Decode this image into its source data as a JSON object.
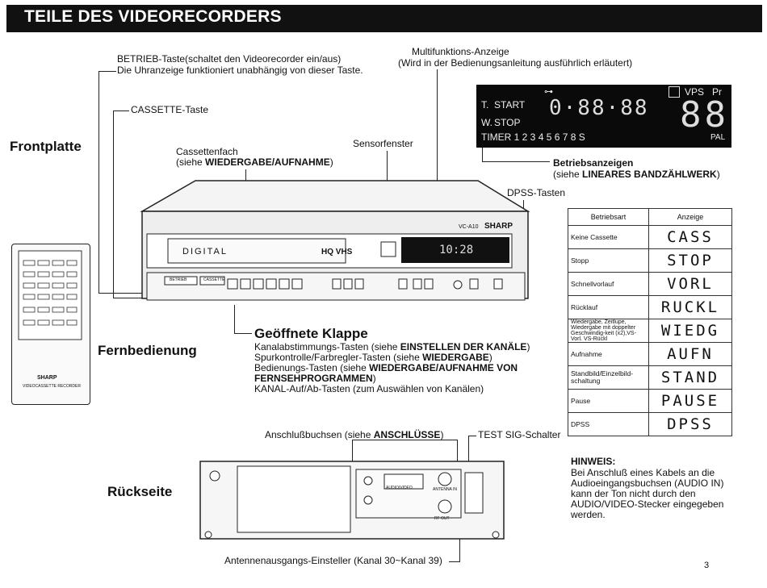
{
  "header": {
    "title": "TEILE DES VIDEORECORDERS"
  },
  "sections": {
    "front": "Frontplatte",
    "remote": "Fernbedienung",
    "rear": "Rückseite"
  },
  "callouts": {
    "betrieb_1": "BETRIEB-Taste(schaltet den Videorecorder ein/aus)",
    "betrieb_2": "Die Uhranzeige funktioniert unabhängig von dieser Taste.",
    "multi_1": "Multifunktions-Anzeige",
    "multi_2": "(Wird in der Bedienungsanleitung ausführlich erläutert)",
    "cassette": "CASSETTE-Taste",
    "fach_1": "Cassettenfach",
    "fach_2_pre": "(siehe ",
    "fach_2_bold": "WIEDERGABE/AUFNAHME",
    "fach_2_post": ")",
    "sensor": "Sensorfenster",
    "betriebsanz": "Betriebsanzeigen",
    "betriebsanz_2_pre": "(siehe ",
    "betriebsanz_2_bold": "LINEARES BANDZÄHLWERK",
    "betriebsanz_2_post": ")",
    "dpss": "DPSS-Tasten"
  },
  "display": {
    "lock": "⊶",
    "start": "START",
    "t": "T.",
    "w": "W.",
    "stop": "STOP",
    "timer": "TIMER 1  2 3 4 5 6 7 8 S",
    "vps": "VPS",
    "pr": "Pr",
    "pal": "PAL",
    "digits": "0·88·88",
    "big": "88"
  },
  "vcr": {
    "model": "VC-A10",
    "brand": "SHARP",
    "digital": "DIGITAL",
    "hq": "HQ VHS",
    "clock": "10:28",
    "betrieb_btn": "BETRIEB",
    "cassette_btn": "CASSETTE"
  },
  "open_flap": {
    "title": "Geöffnete Klappe",
    "l1_pre": "Kanalabstimmungs-Tasten (siehe ",
    "l1_bold": "EINSTELLEN DER KANÄLE",
    "l1_post": ")",
    "l2_pre": "Spurkontrolle/Farbregler-Tasten (siehe ",
    "l2_bold": "WIEDERGABE",
    "l2_post": ")",
    "l3_pre": "Bedienungs-Tasten (siehe ",
    "l3_bold": "WIEDERGABE/AUFNAHME VON",
    "l4_bold": "FERNSEHPROGRAMMEN",
    "l4_post": ")",
    "l5": "KANAL-Auf/Ab-Tasten (zum Auswählen von Kanälen)"
  },
  "remote": {
    "brand": "SHARP",
    "caption": "VIDEOCASSETTE RECORDER"
  },
  "table": {
    "header": [
      "Betriebsart",
      "Anzeige"
    ],
    "rows": [
      {
        "mode": "Keine Cassette",
        "display": "CASS"
      },
      {
        "mode": "Stopp",
        "display": "STOP"
      },
      {
        "mode": "Schnellvorlauf",
        "display": "VORL"
      },
      {
        "mode": "Rücklauf",
        "display": "RUCKL"
      },
      {
        "mode": "Wiedergabe, Zeitlupe, Wiedergabe mit doppelter Geschwindig-keit (x2),VS-Vorl. VS-Rückl",
        "display": "WIEDG"
      },
      {
        "mode": "Aufnahme",
        "display": "AUFN"
      },
      {
        "mode": "Standbild/Einzelbild-schaltung",
        "display": "STAND"
      },
      {
        "mode": "Pause",
        "display": "PAUSE"
      },
      {
        "mode": "DPSS",
        "display": "DPSS"
      }
    ]
  },
  "rear_callouts": {
    "ansch_pre": "Anschlußbuchsen (siehe ",
    "ansch_bold": "ANSCHLÜSSE",
    "ansch_post": ")",
    "test": "TEST SIG-Schalter",
    "antenne": "Antennenausgangs-Einsteller (Kanal 30~Kanal 39)",
    "audio_video": "AUDIO/VIDEO",
    "antenna_in": "ANTENNA IN",
    "rf_out": "RF OUT"
  },
  "hinweis": {
    "title": "HINWEIS:",
    "l1": "Bei Anschluß eines Kabels an die",
    "l2": "Audioeingangsbuchsen (AUDIO IN)",
    "l3": "kann der Ton nicht durch den",
    "l4": "AUDIO/VIDEO-Stecker eingegeben",
    "l5": "werden."
  },
  "page_number": "3"
}
